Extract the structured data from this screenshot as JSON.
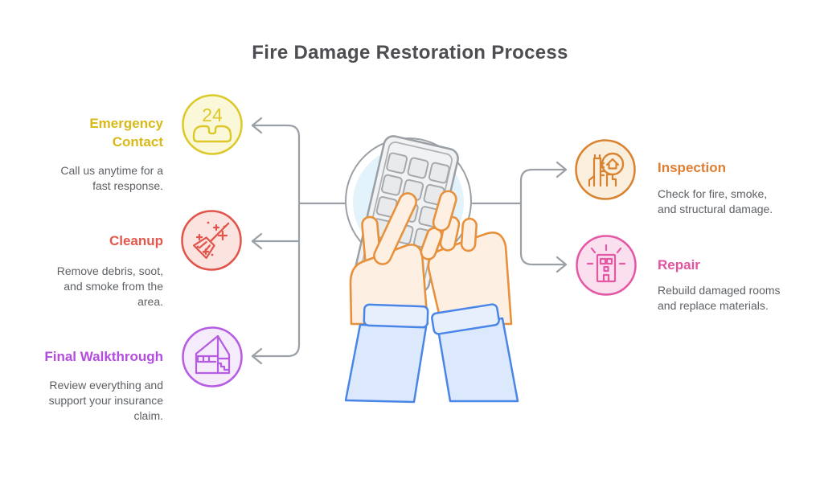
{
  "title": "Fire Damage Restoration Process",
  "colors": {
    "title": "#4d4e52",
    "body_text": "#5d6065",
    "connector": "#9aa0a6",
    "background": "#ffffff"
  },
  "steps": {
    "left": [
      {
        "id": "emergency-contact",
        "label": "Emergency\nContact",
        "description": "Call us anytime for a\nfast response.",
        "color": "#d9b917",
        "icon": "phone-24-icon",
        "icon_stroke": "#dcc929",
        "icon_fill": "#fbf7d9",
        "icon_badge_text": "24"
      },
      {
        "id": "cleanup",
        "label": "Cleanup",
        "description": "Remove debris, soot,\nand smoke from the\narea.",
        "color": "#e4584c",
        "icon": "broom-sparkles-icon",
        "icon_stroke": "#e1544a",
        "icon_fill": "#fbe3e0"
      },
      {
        "id": "final-walkthrough",
        "label": "Final Walkthrough",
        "description": "Review everything and\nsupport your insurance\nclaim.",
        "color": "#b44ce0",
        "icon": "house-cross-section-icon",
        "icon_stroke": "#b55ce2",
        "icon_fill": "#f6ebfb"
      }
    ],
    "right": [
      {
        "id": "inspection",
        "label": "Inspection",
        "description": "Check for fire, smoke,\nand structural damage.",
        "color": "#dd7e33",
        "icon": "building-magnifier-icon",
        "icon_stroke": "#d9822f",
        "icon_fill": "#faeedd"
      },
      {
        "id": "repair",
        "label": "Repair",
        "description": "Rebuild damaged rooms\nand replace materials.",
        "color": "#e4529f",
        "icon": "building-shining-icon",
        "icon_stroke": "#e457a5",
        "icon_fill": "#fadfee"
      }
    ]
  },
  "illustration": {
    "name": "hands-dialing-phone",
    "background_circle_fill": "#e3f3fb",
    "outline_gray": "#9aa0a6",
    "phone_fill": "#f1f2f3",
    "phone_inner_stroke": "#aeb2b5",
    "key_fill": "#e9eaeb",
    "key_stroke": "#a6a9ac",
    "hand_fill": "#fdf0e2",
    "hand_stroke": "#e8913c",
    "sleeve_fill": "#dce8fb",
    "sleeve_cuff_fill": "#e7eefc",
    "sleeve_stroke": "#4a86e8"
  }
}
